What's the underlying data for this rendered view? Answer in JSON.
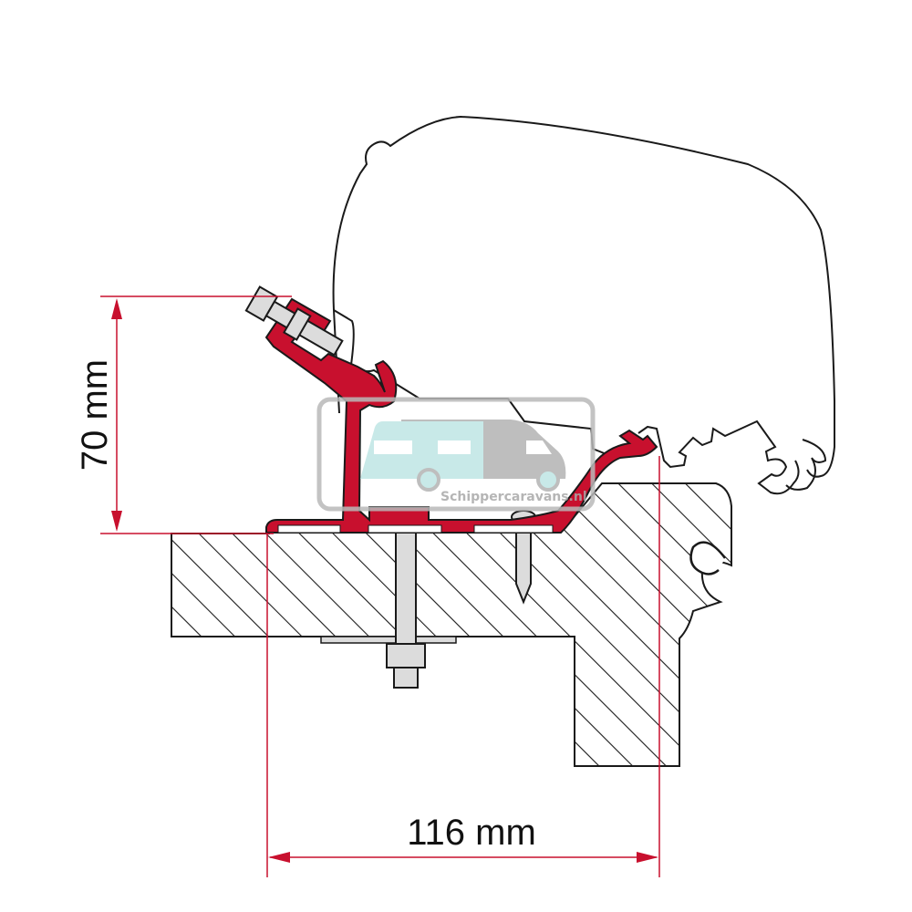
{
  "diagram": {
    "subject": "Awning mounting adapter bracket cross-section",
    "dimensions": {
      "height": {
        "label": "70 mm",
        "value": 70,
        "unit": "mm",
        "orientation": "vertical"
      },
      "width": {
        "label": "116 mm",
        "value": 116,
        "unit": "mm",
        "orientation": "horizontal"
      }
    },
    "parts": [
      {
        "name": "awning-cassette",
        "style": "outline"
      },
      {
        "name": "adapter-bracket",
        "style": "red-fill"
      },
      {
        "name": "clamp-bolt",
        "style": "grey-fill"
      },
      {
        "name": "through-bolt-with-nut",
        "style": "grey-fill"
      },
      {
        "name": "wood-screw",
        "style": "grey-fill"
      },
      {
        "name": "roof-section",
        "style": "hatched"
      },
      {
        "name": "side-wall-section",
        "style": "hatched"
      }
    ],
    "colors": {
      "bracket": "#c8102e",
      "dimension_line": "#c8102e",
      "outline": "#1a1a1a",
      "hardware": "#dcdcdc",
      "watermark_caravan": "#bfe6e4",
      "watermark_van": "#b3b3b3"
    }
  },
  "watermark": {
    "text": "Schippercaravans.nl"
  }
}
